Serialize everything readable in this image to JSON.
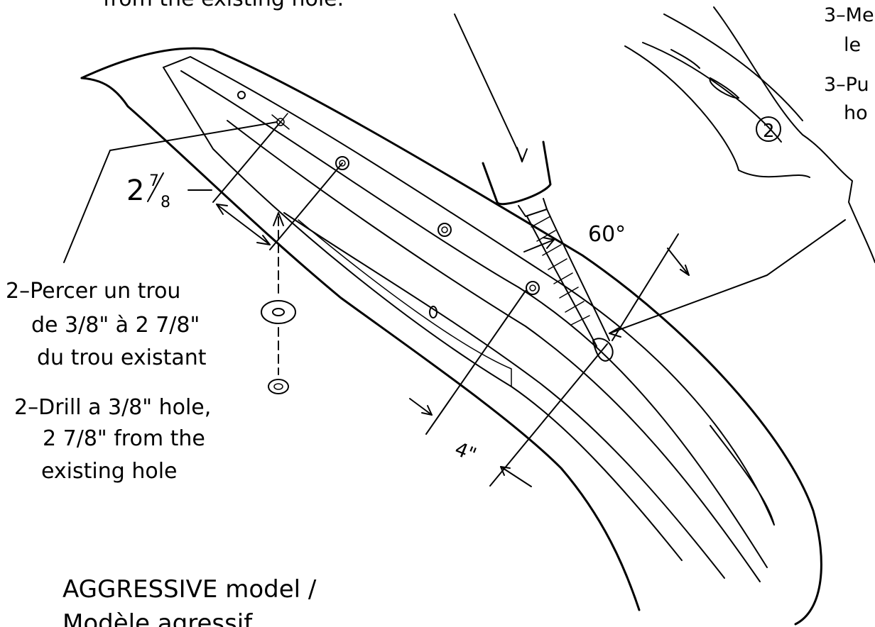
{
  "top": {
    "fragment": "from the existing hole."
  },
  "right_labels": {
    "line_fr": "3–Me",
    "line_fr_2": "le",
    "line_en": "3–Pu",
    "line_en_2": "ho"
  },
  "callout_number": "2",
  "dimensions": {
    "spacing_whole": "2",
    "spacing_num": "7",
    "spacing_den": "8",
    "angle": "60°",
    "depth": "4\""
  },
  "step_fr": [
    "2–Percer un trou",
    "de 3/8\" à 2 7/8\"",
    "du trou existant"
  ],
  "step_en": [
    "2–Drill a 3/8\" hole,",
    "2 7/8\" from the",
    "existing hole"
  ],
  "model": [
    "AGGRESSIVE model /",
    "Modèle agressif"
  ],
  "colors": {
    "line": "#000000",
    "background": "#ffffff"
  }
}
